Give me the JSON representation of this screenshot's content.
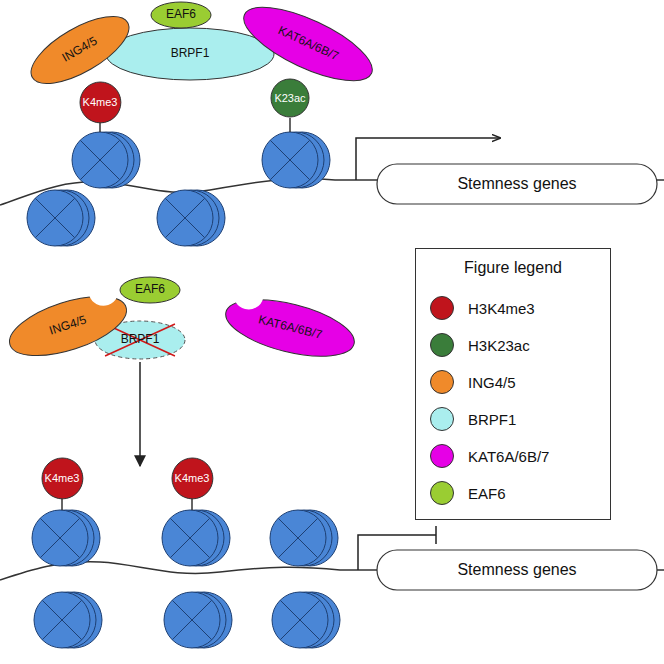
{
  "diagram": {
    "nodes": [
      {
        "text": [
          "EAF6"
        ]
      },
      {
        "text": [
          "ING4/5"
        ]
      },
      {
        "text": [
          "BRPF1"
        ]
      },
      {
        "text": [
          "KAT6A/6B/7"
        ]
      },
      {
        "text": [
          "K4me3"
        ]
      },
      {
        "text": [
          "K23ac"
        ]
      },
      {
        "text": [
          "Stemness genes"
        ]
      },
      {
        "text": [
          "EAF6"
        ]
      },
      {
        "text": [
          "ING4/5"
        ]
      },
      {
        "text": [
          "BRPF1"
        ]
      },
      {
        "text": [
          "KAT6A/6B/7"
        ]
      },
      {
        "text": [
          "K4me3"
        ]
      },
      {
        "text": [
          "K4me3"
        ]
      },
      {
        "text": [
          "Stemness genes"
        ]
      }
    ],
    "labels": [
      "Figure legend"
    ],
    "legend": [
      {
        "text": "H3K4me3",
        "color": "#c0141c"
      },
      {
        "text": "H3K23ac",
        "color": "#3a7d3a"
      },
      {
        "text": "ING4/5",
        "color": "#f08a2a"
      },
      {
        "text": "BRPF1",
        "color": "#aaeeee"
      },
      {
        "text": "KAT6A/6B/7",
        "color": "#e600e6"
      },
      {
        "text": "EAF6",
        "color": "#9acd32"
      }
    ]
  }
}
